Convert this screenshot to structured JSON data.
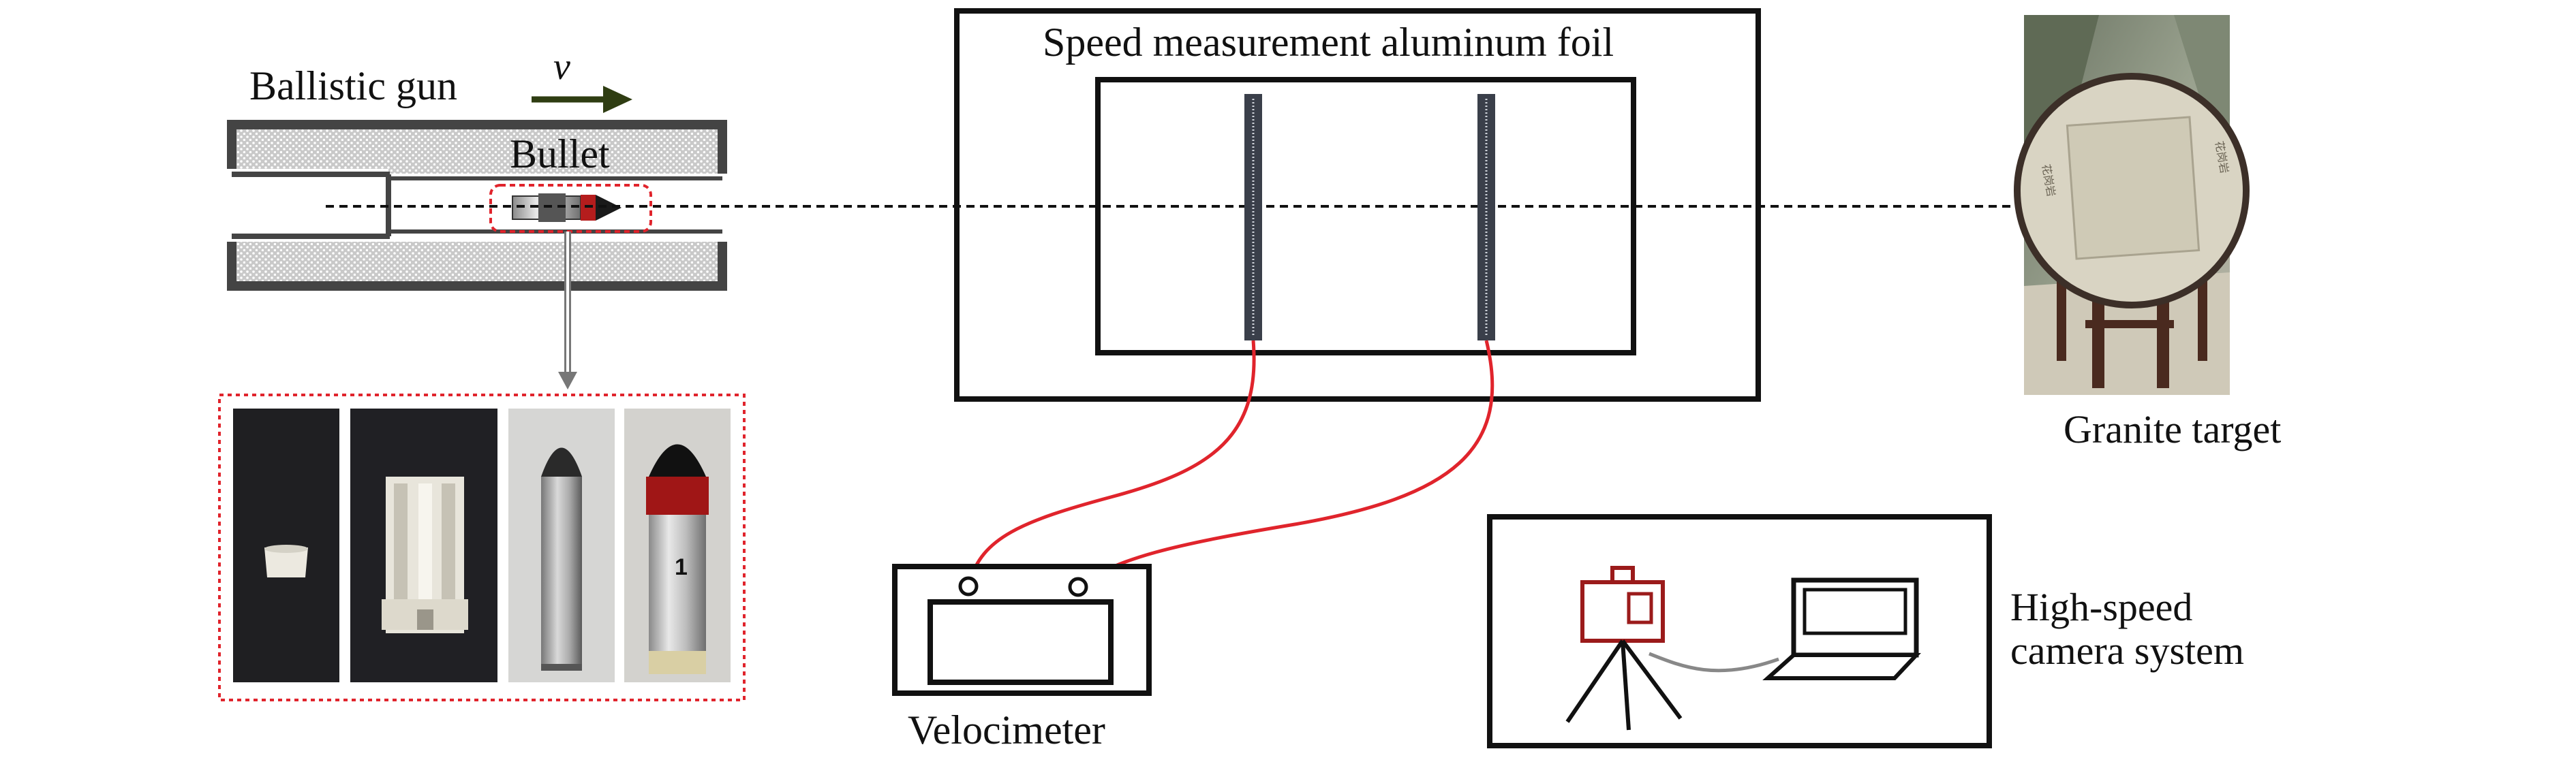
{
  "labels": {
    "ballistic_gun": "Ballistic gun",
    "velocity_symbol": "v",
    "bullet": "Bullet",
    "foil_title": "Speed measurement aluminum foil",
    "granite_target": "Granite target",
    "velocimeter": "Velocimeter",
    "camera_line1": "High-speed",
    "camera_line2": "camera system",
    "bullet_number": "1"
  },
  "photo_labels": {
    "target_left_marking": "花岗岩",
    "target_right_marking": "花岗岩"
  },
  "colors": {
    "line": "#111111",
    "wire": "#e0242c",
    "highlight_dash": "#e0242c",
    "velocity_arrow": "#2f3d12",
    "camera": "#9b1b1b",
    "strip": "#3a3f4a",
    "barrel_fill": "#bdbdbd"
  },
  "icons": {
    "arrow": "velocity-arrow-icon",
    "camera": "camera-icon",
    "laptop": "laptop-icon",
    "tripod": "tripod-icon"
  }
}
